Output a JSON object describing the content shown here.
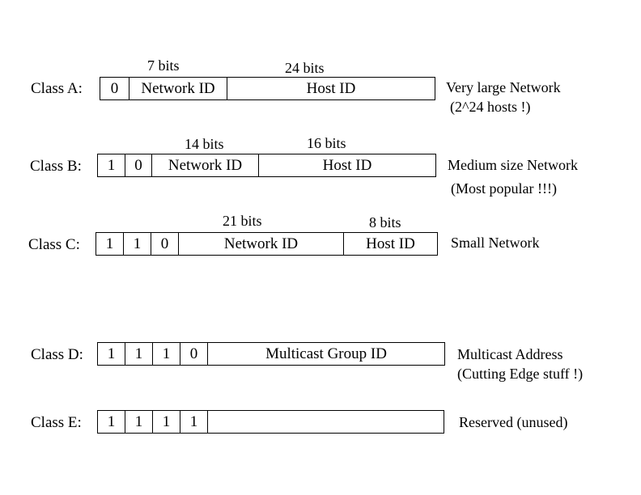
{
  "class_a": {
    "label": "Class A:",
    "bits_network": "7 bits",
    "bits_host": "24 bits",
    "bit0": "0",
    "network": "Network ID",
    "host": "Host ID",
    "desc1": "Very large Network",
    "desc2": "(2^24 hosts !)"
  },
  "class_b": {
    "label": "Class B:",
    "bits_network": "14 bits",
    "bits_host": "16 bits",
    "bit0": "1",
    "bit1": "0",
    "network": "Network ID",
    "host": "Host ID",
    "desc1": "Medium size Network",
    "desc2": "(Most popular !!!)"
  },
  "class_c": {
    "label": "Class C:",
    "bits_network": "21 bits",
    "bits_host": "8 bits",
    "bit0": "1",
    "bit1": "1",
    "bit2": "0",
    "network": "Network ID",
    "host": "Host ID",
    "desc1": "Small Network"
  },
  "class_d": {
    "label": "Class D:",
    "bit0": "1",
    "bit1": "1",
    "bit2": "1",
    "bit3": "0",
    "group": "Multicast Group ID",
    "desc1": "Multicast Address",
    "desc2": "(Cutting Edge stuff !)"
  },
  "class_e": {
    "label": "Class E:",
    "bit0": "1",
    "bit1": "1",
    "bit2": "1",
    "bit3": "1",
    "rest": "",
    "desc1": "Reserved (unused)"
  }
}
